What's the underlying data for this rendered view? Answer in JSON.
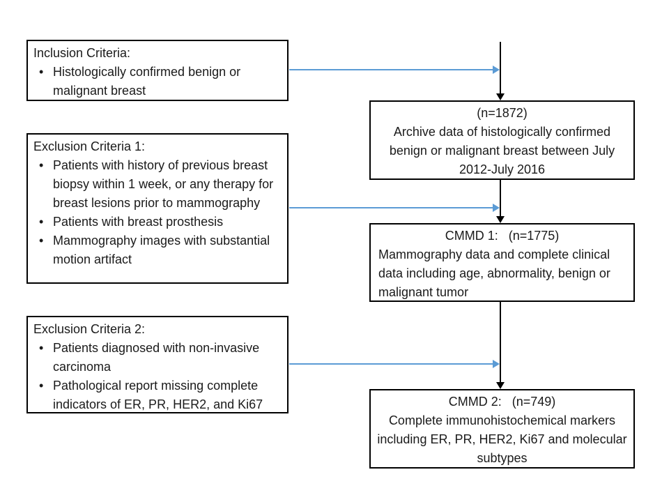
{
  "colors": {
    "background": "#FFFFFF",
    "box_border": "#000000",
    "text": "#1A1A1A",
    "vertical_connector": "#000000",
    "horizontal_connector": "#5B9BD5"
  },
  "bullet_glyph": "•",
  "left_boxes": [
    {
      "title": "Inclusion Criteria:",
      "bullets": [
        "Histologically confirmed benign or malignant breast"
      ]
    },
    {
      "title": "Exclusion Criteria 1:",
      "bullets": [
        "Patients with history of previous breast biopsy within 1 week, or any therapy for breast lesions prior to mammography",
        "Patients with breast prosthesis",
        "Mammography images with substantial motion artifact"
      ]
    },
    {
      "title": "Exclusion Criteria 2:",
      "bullets": [
        "Patients diagnosed with non-invasive carcinoma",
        "Pathological report missing complete indicators of ER, PR, HER2, and Ki67"
      ]
    }
  ],
  "right_boxes": [
    {
      "title": "(n=1872)",
      "body": "Archive data of histologically confirmed benign or malignant breast between July 2012-July 2016",
      "body_align": "center"
    },
    {
      "title": "CMMD 1:   (n=1775)",
      "body": "Mammography data and complete clinical data including age, abnormality, benign or malignant tumor",
      "body_align": "left"
    },
    {
      "title": "CMMD 2:   (n=749)",
      "body": "Complete immunohistochemical markers including ER, PR, HER2, Ki67 and molecular subtypes",
      "body_align": "center"
    }
  ]
}
